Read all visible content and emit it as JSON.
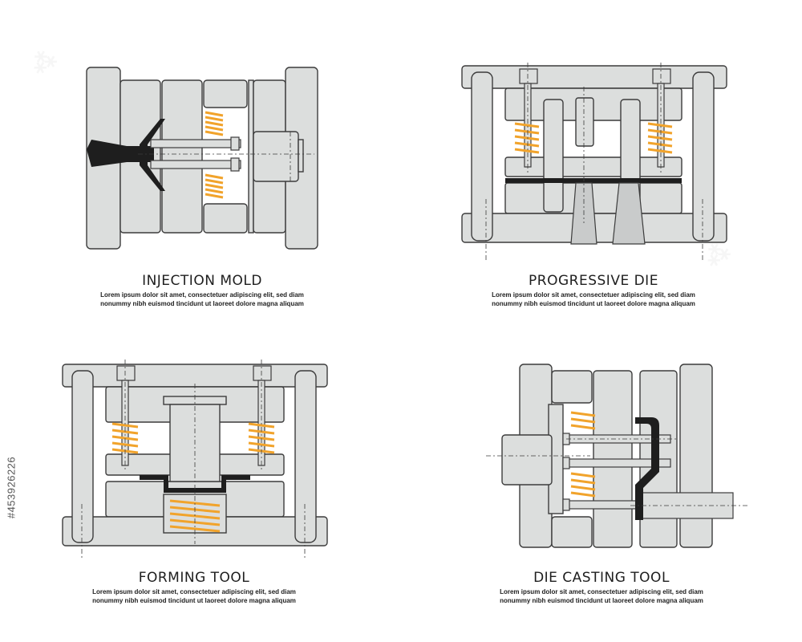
{
  "colors": {
    "fill": "#dcdedd",
    "stroke": "#3c3c3c",
    "spring": "#f1a32b",
    "dark": "#1e1e1e",
    "insert": "#c9cbcb"
  },
  "panels": [
    {
      "title": "INJECTION MOLD",
      "desc1": "Lorem ipsum dolor sit amet, consectetuer adipiscing elit, sed diam",
      "desc2": "nonummy nibh euismod tincidunt ut laoreet dolore magna aliquam"
    },
    {
      "title": "PROGRESSIVE DIE",
      "desc1": "Lorem ipsum dolor sit amet, consectetuer adipiscing elit, sed diam",
      "desc2": "nonummy nibh euismod tincidunt ut laoreet dolore magna aliquam"
    },
    {
      "title": "FORMING TOOL",
      "desc1": "Lorem ipsum dolor sit amet, consectetuer adipiscing elit, sed diam",
      "desc2": "nonummy nibh euismod tincidunt ut laoreet dolore magna aliquam"
    },
    {
      "title": "DIE CASTING TOOL",
      "desc1": "Lorem ipsum dolor sit amet, consectetuer adipiscing elit, sed diam",
      "desc2": "nonummy nibh euismod tincidunt ut laoreet dolore magna aliquam"
    }
  ],
  "stock_id": "#453926226"
}
